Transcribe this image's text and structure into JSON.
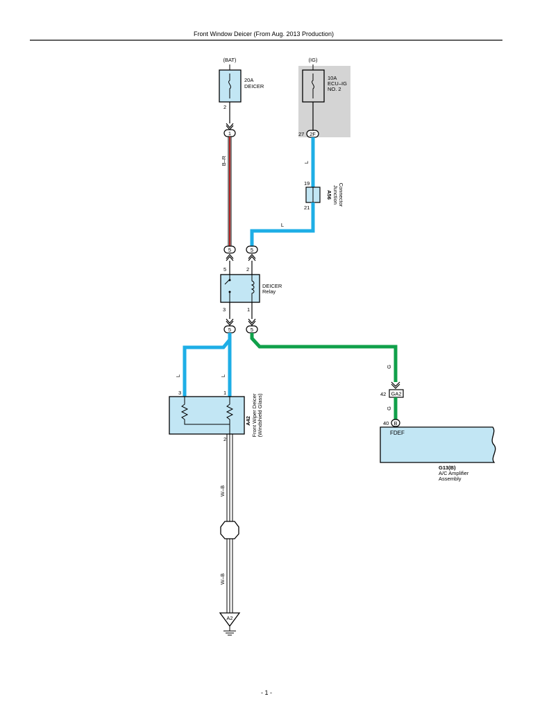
{
  "title": "Front Window Deicer (From Aug. 2013 Production)",
  "page_number": "- 1 -",
  "colors": {
    "blue_wire": "#1eaee6",
    "green_wire": "#10a04a",
    "bat_wire_red": "#b02020",
    "component_fill": "#c2e6f4",
    "ig_fuse_bg": "#d4d4d4"
  },
  "sources": {
    "bat_label": "(BAT)",
    "ig_label": "(IG)"
  },
  "fuses": {
    "deicer_fuse": {
      "rating": "20A",
      "name": "DEICER",
      "pin": "2"
    },
    "ecu_ig_fuse": {
      "rating": "10A",
      "name_line1": "ECU–IG",
      "name_line2": "NO. 2"
    }
  },
  "connectors": {
    "c1": "1",
    "ecu_pin": "27",
    "ecu_conn": "2F",
    "c5_a": "5",
    "c5_b": "5",
    "c5_c": "5",
    "c5_d": "5",
    "ga2_pin": "42",
    "ga2_name": "GA2",
    "g13_pin": "40",
    "g13_conn": "B"
  },
  "wires": {
    "br": "B–R",
    "l1": "L",
    "l2": "L",
    "l3": "L",
    "l4": "L",
    "g1": "G",
    "g2": "G",
    "wb1": "W–B",
    "wb2": "W–B"
  },
  "junction": {
    "pin_in": "19",
    "pin_out": "21",
    "code": "A56",
    "name_line1": "Junction",
    "name_line2": "Connector"
  },
  "relay": {
    "name_line1": "DEICER",
    "name_line2": "Relay",
    "pin5": "5",
    "pin2": "2",
    "pin3": "3",
    "pin1": "1"
  },
  "deicer": {
    "pin3": "3",
    "pin1": "1",
    "pin2": "2",
    "code": "A42",
    "name_line1": "Front Wiper Deicer",
    "name_line2": "(Windshield Glass)"
  },
  "amplifier": {
    "terminal": "FDEF",
    "code": "G13(B)",
    "name_line1": "A/C Amplifier",
    "name_line2": "Assembly"
  },
  "ground": {
    "code": "A2"
  }
}
